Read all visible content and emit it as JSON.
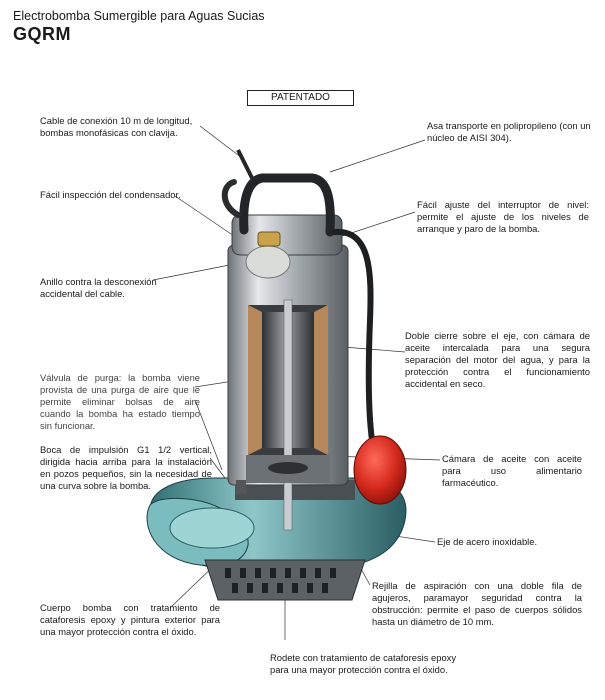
{
  "header": {
    "subtitle": "Electrobomba Sumergible para Aguas Sucias",
    "model": "GQRM"
  },
  "badge": "PATENTADO",
  "labels": {
    "cable": "Cable de conexión 10 m de longitud, bombas monofásicas con clavija.",
    "handle": "Asa transporte en polipropileno (con un núcleo de AISI 304).",
    "capacitor": "Fácil inspección del condensador.",
    "switch": "Fácil ajuste del interruptor de nivel: permite el ajuste de los niveles de arranque y paro de la bomba.",
    "ring": "Anillo contra la desconexión accidental del cable.",
    "seal": "Doble cierre sobre el eje, con cámara de aceite intercalada para una segura separación del motor del agua, y para la protección contra el funcionamiento accidental en seco.",
    "purge": "Válvula de purga: la bomba viene provista de una purga de aire que le permite eliminar bolsas de aire cuando la bomba ha estado tiempo sin funcionar.",
    "outlet": "Boca de impulsión G1 1/2 vertical, dirigida hacia arriba para la instalación en pozos pequeños, sin la necesidad de una curva sobre la bomba.",
    "oil": "Cámara de aceite con aceite para uso alimentario farmacéutico.",
    "shaft": "Eje de acero inoxidable.",
    "grid": "Rejilla de aspiración con una doble fila de agujeros, paramayor seguridad contra la obstrucción: permite el paso de cuerpos sólidos hasta un diámetro de 10 mm.",
    "body": "Cuerpo bomba con tratamiento de cataforesis epoxy y pintura exterior para una mayor protección contra el óxido.",
    "impeller": "Rodete con tratamiento de cataforesis epoxy para una mayor protección contra el óxido."
  }
}
